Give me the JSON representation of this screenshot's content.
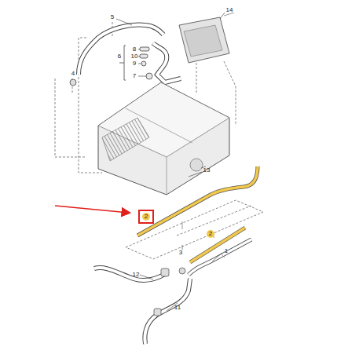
{
  "diagram": {
    "labels": [
      "5",
      "14",
      "8",
      "6",
      "10",
      "9",
      "7",
      "4",
      "13",
      "2",
      "2",
      "3",
      "1",
      "12",
      "11"
    ]
  }
}
